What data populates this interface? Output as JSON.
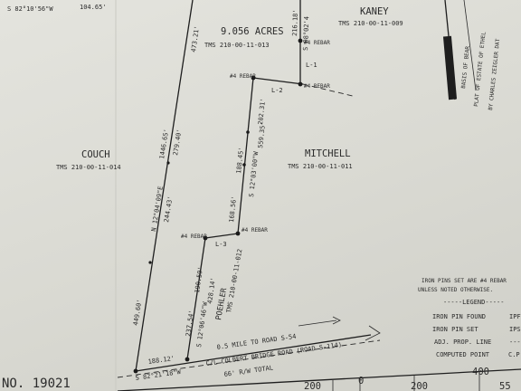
{
  "top_bearing": "S 82°10'56\"W",
  "top_distance": "104.65'",
  "acreage": "9.056 ACRES",
  "subject_tms": "TMS 210-00-11-013",
  "kaney": {
    "name": "KANEY",
    "tms": "TMS 210-00-11-009"
  },
  "couch": {
    "name": "COUCH",
    "tms": "TMS 210-00-11-014"
  },
  "mitchell": {
    "name": "MITCHELL",
    "tms": "TMS 210-00-11-011"
  },
  "poehler": {
    "name": "POEHLER",
    "tms": "TMS 210-00-11-012"
  },
  "rebar_label": "#4 REBAR",
  "lines": {
    "l1": "L-1",
    "l2": "L-2",
    "l3": "L-3"
  },
  "west_line": {
    "bearing": "N 12°04'09\"E",
    "total": "1446.65'",
    "seg_top": "473.21'",
    "seg_upper": "279.40'",
    "seg_middle": "244.43'",
    "seg_lower": "449.60'"
  },
  "east_line": {
    "bearing": "S 12°03'00\"W",
    "total": "559.35'",
    "seg_top": "202.31'",
    "seg_mid": "188.45'",
    "seg_low": "168.56'"
  },
  "kaney_line": {
    "bearing": "S 08°02'4",
    "distance": "216.18'"
  },
  "poehler_line": {
    "bearing": "S 12°06'46\"W",
    "total": "428.14'",
    "seg1": "190.59'",
    "seg2": "237.54'"
  },
  "road_frontage": "188.12'",
  "road_bearing": "S 82°21'18\"W",
  "road_note": "0.5 MILE TO ROAD S-54",
  "road_name": "C/L COLBERT BRIDGE ROAD (ROAD S-114)",
  "road_rw": "66' R/W TOTAL",
  "plat_no": "NO. 19021",
  "side_text": {
    "line1": "BASIS OF BEAR",
    "line2": "PLAT OF ESTATE OF ETHEL",
    "line3": "BY CHARLES ZEIGLER DAT"
  },
  "legend": {
    "note_line1": "IRON PINS SET ARE #4 REBAR",
    "note_line2": "UNLESS NOTED OTHERWISE.",
    "title": "-----LEGEND-----",
    "items": [
      {
        "label": "IRON PIN FOUND",
        "abbr": "IPF"
      },
      {
        "label": "IRON PIN SET",
        "abbr": "IPS"
      },
      {
        "label": "ADJ. PROP. LINE",
        "abbr": "-------"
      },
      {
        "label": "COMPUTED POINT",
        "abbr": "C.P."
      }
    ]
  },
  "scale": {
    "t0": "0",
    "t200": "200",
    "t400": "400",
    "t200b": "200",
    "t600": "55"
  }
}
